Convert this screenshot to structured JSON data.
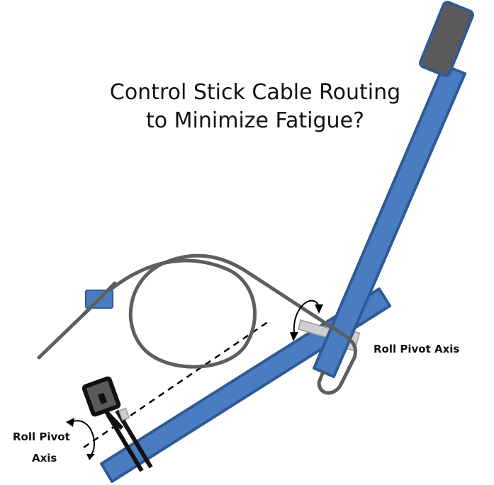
{
  "title": {
    "line1": "Control Stick Cable Routing",
    "line2": "to Minimize Fatigue?"
  },
  "labels": {
    "roll_pivot_right": "Roll Pivot Axis",
    "roll_pivot_left_line1": "Roll Pivot",
    "roll_pivot_left_line2": "Axis"
  },
  "colors": {
    "bar_fill": "#4a7cc2",
    "bar_stroke": "#2f5a94",
    "grip_fill": "#5a5a5a",
    "cable": "#5e5e5e",
    "bolt": "#c8c8c8",
    "clamp": "#111111"
  }
}
